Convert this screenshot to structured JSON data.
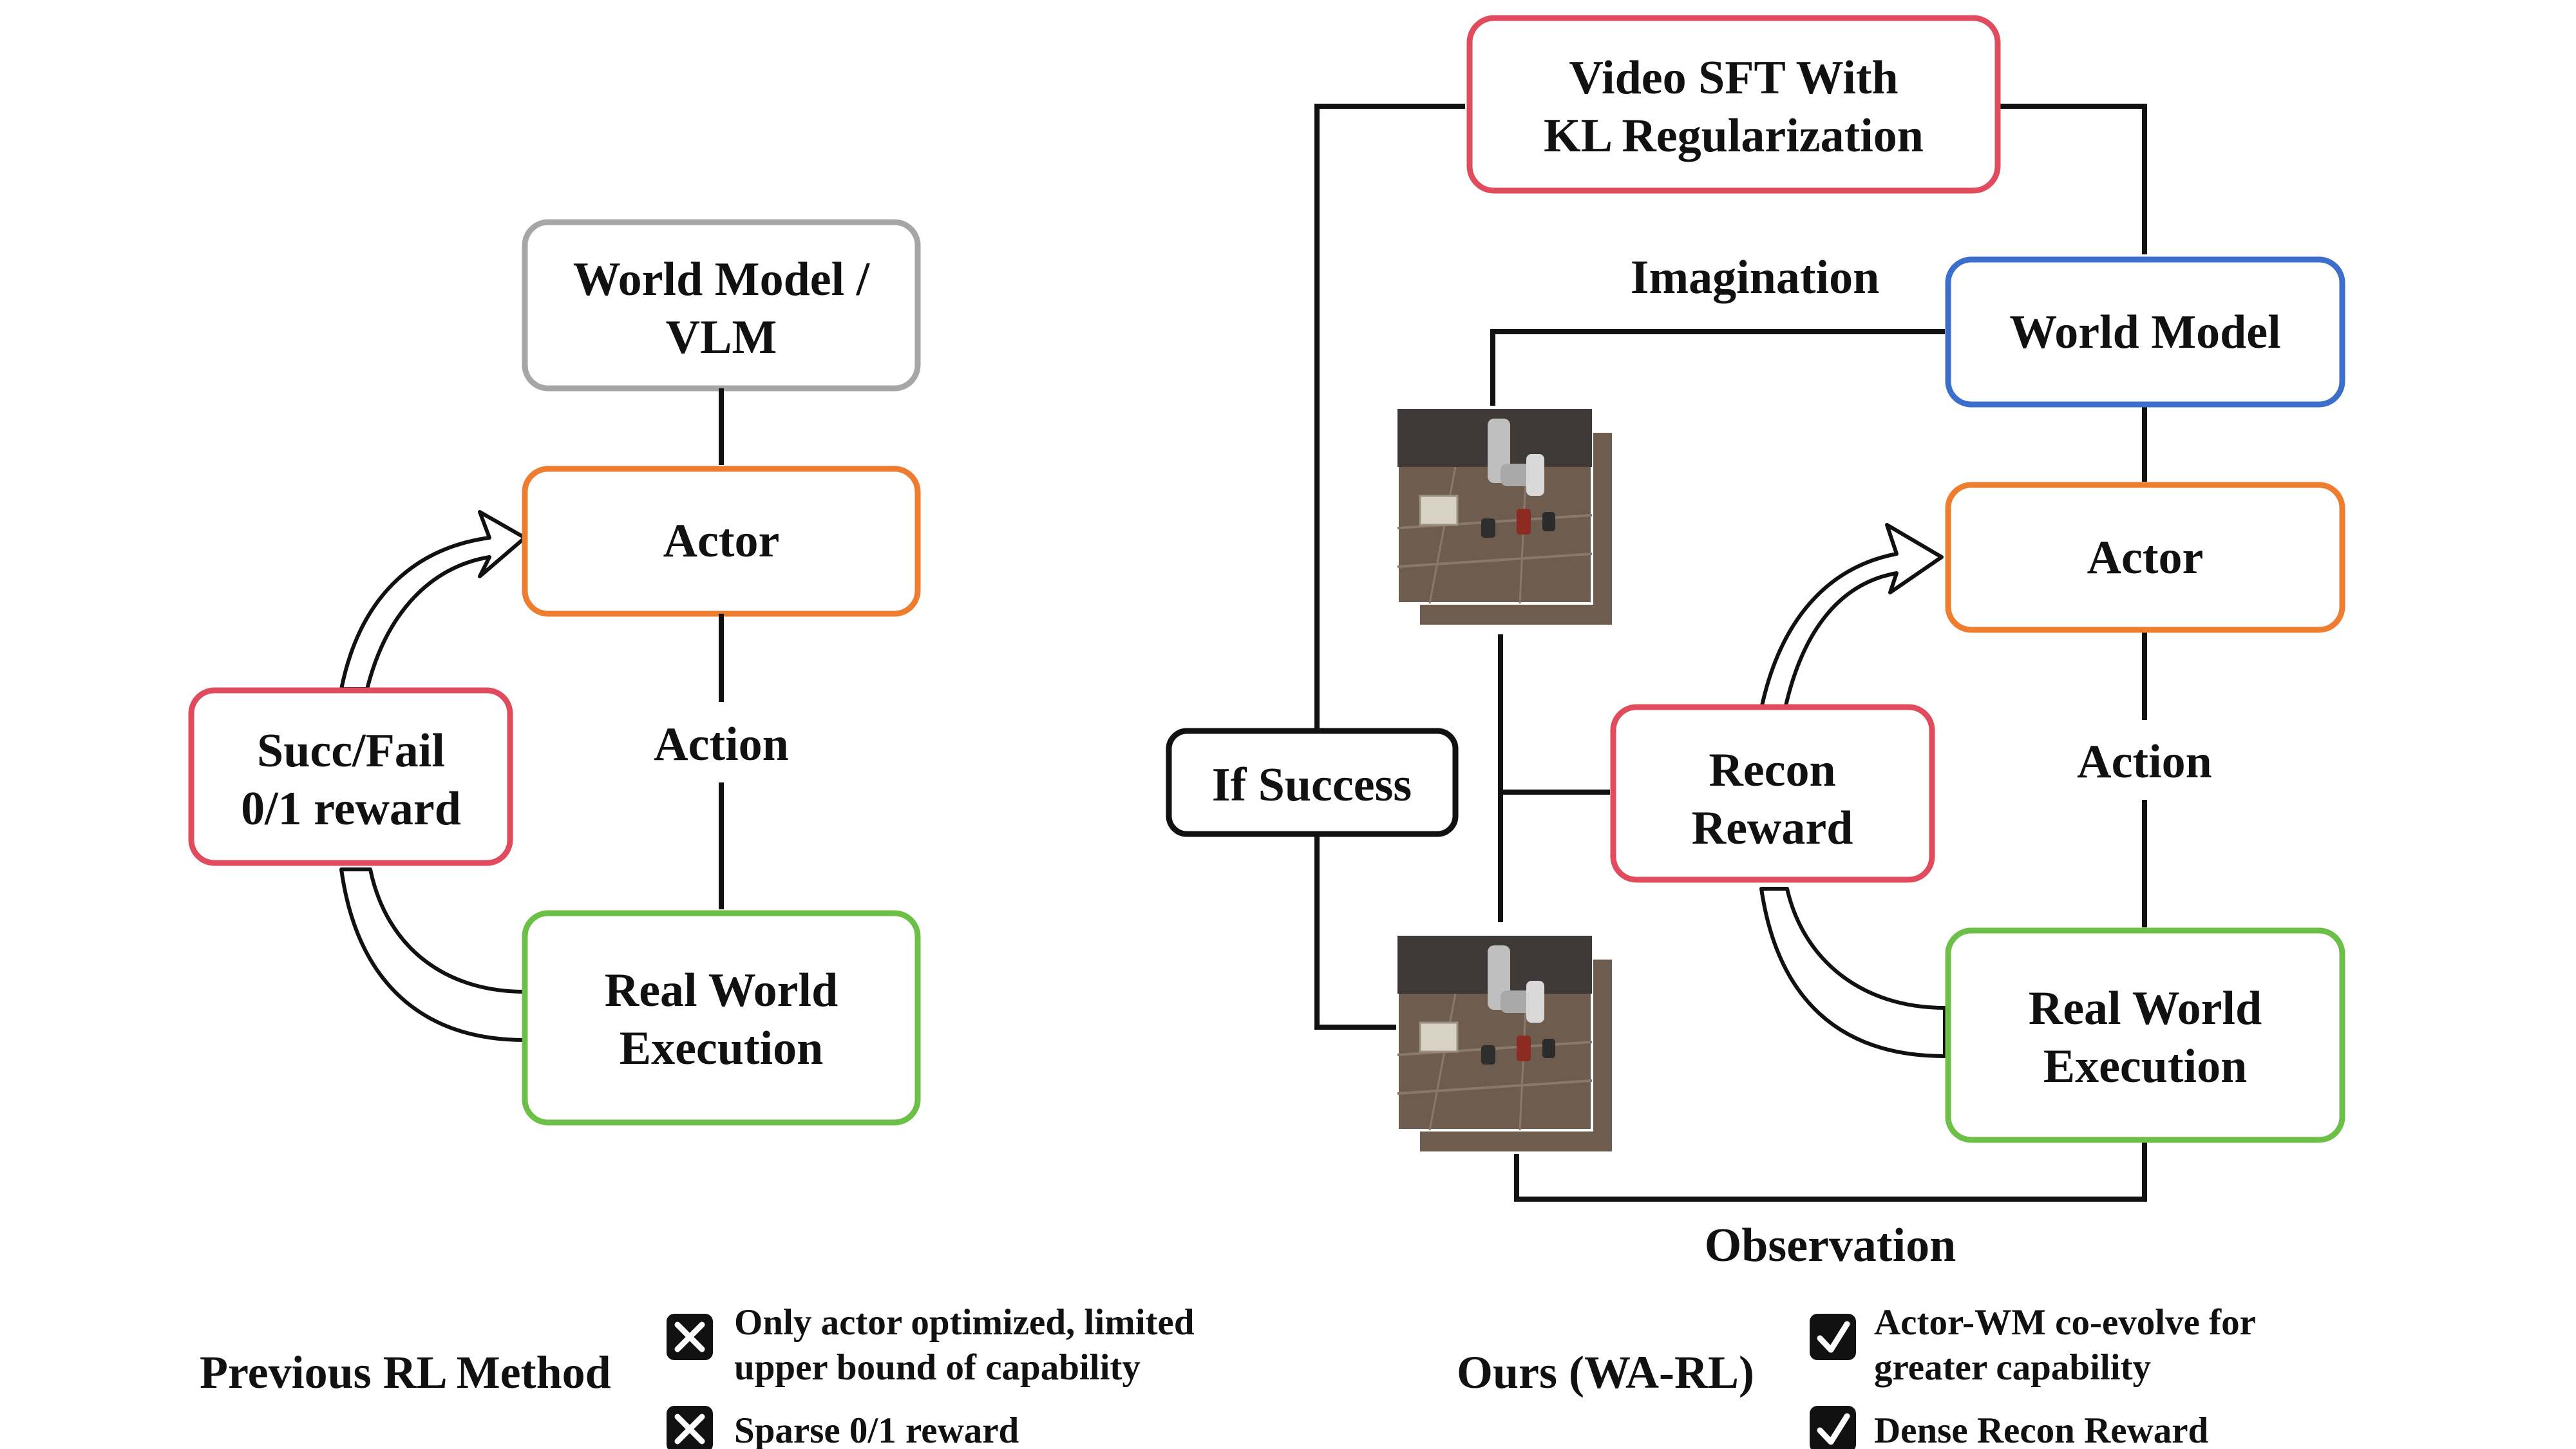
{
  "colors": {
    "gray": "#a6a6a6",
    "orange": "#ee7d2f",
    "green": "#6cbf47",
    "red": "#e04b5e",
    "blue": "#3c6fcb",
    "black": "#111111",
    "floor": "#6e5c4f"
  },
  "left": {
    "world_model": [
      "World Model /",
      "VLM"
    ],
    "actor": "Actor",
    "action": "Action",
    "real_world": [
      "Real World",
      "Execution"
    ],
    "reward": [
      "Succ/Fail",
      "0/1 reward"
    ]
  },
  "right": {
    "video_sft": [
      "Video SFT With",
      "KL Regularization"
    ],
    "imagination": "Imagination",
    "world_model": "World Model",
    "actor": "Actor",
    "action": "Action",
    "real_world": [
      "Real World",
      "Execution"
    ],
    "if_success": "If Success",
    "recon_reward": [
      "Recon",
      "Reward"
    ],
    "observation": "Observation"
  },
  "footer": {
    "previous": {
      "title": "Previous RL Method",
      "items": [
        {
          "icon": "cross-icon",
          "lines": [
            "Only actor optimized, limited",
            "upper bound of capability"
          ]
        },
        {
          "icon": "cross-icon",
          "lines": [
            "Sparse 0/1 reward"
          ]
        }
      ]
    },
    "ours": {
      "title": "Ours (WA-RL)",
      "items": [
        {
          "icon": "check-icon",
          "lines": [
            "Actor-WM co-evolve for",
            "greater capability"
          ]
        },
        {
          "icon": "check-icon",
          "lines": [
            "Dense Recon Reward"
          ]
        }
      ]
    }
  }
}
